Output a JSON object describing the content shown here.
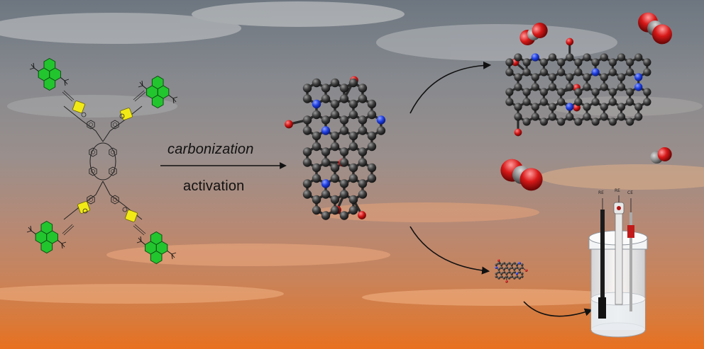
{
  "labels": {
    "carbonization": "carbonization",
    "activation": "activation"
  },
  "electrode_labels": [
    "RE",
    "RE",
    "CE"
  ],
  "colors": {
    "carbon": "#3c3c3c",
    "nitrogen": "#1f3fe0",
    "oxygen": "#d01414",
    "pyrene_green": "#22c52e",
    "linker_yellow": "#f2ea16",
    "sky_top": "#6d7680",
    "sunset": "#e8701f"
  },
  "icons": [
    "precursor-molecule",
    "doped-carbon-structure",
    "co2-molecule",
    "co-molecule",
    "electrochemical-cell"
  ]
}
